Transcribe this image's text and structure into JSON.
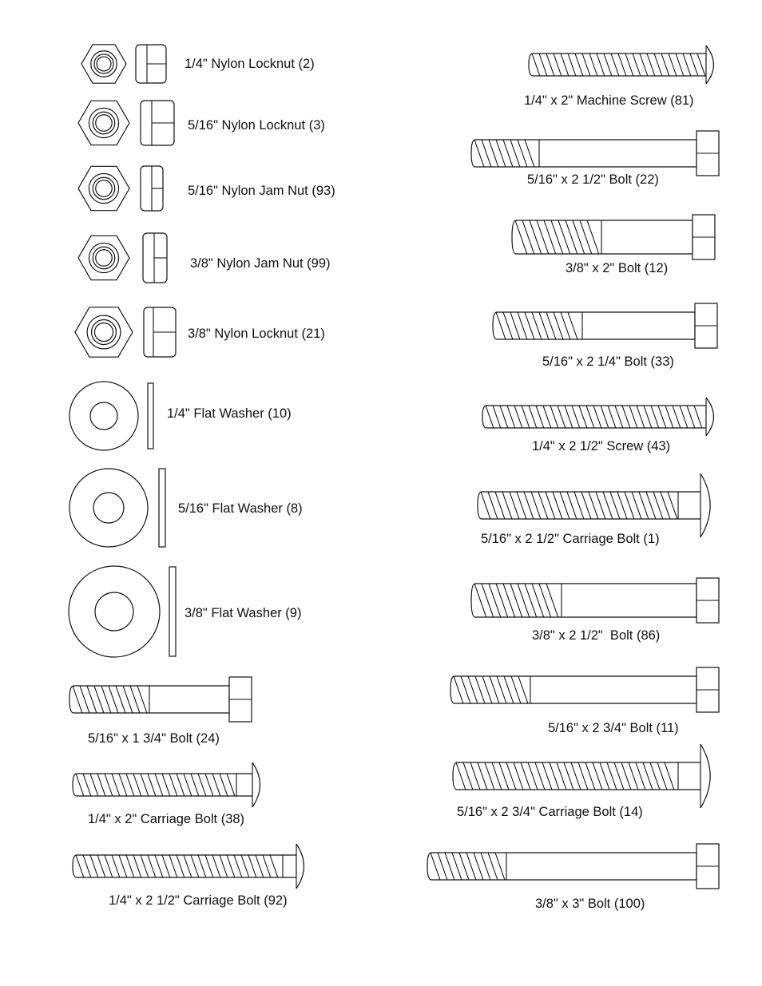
{
  "parts": {
    "nut_1_4_nylon_locknut": "1/4\" Nylon Locknut (2)",
    "nut_5_16_nylon_locknut": "5/16\" Nylon Locknut (3)",
    "nut_5_16_nylon_jam_nut": "5/16\" Nylon Jam Nut (93)",
    "nut_3_8_nylon_jam_nut": "3/8\" Nylon Jam Nut (99)",
    "nut_3_8_nylon_locknut": "3/8\" Nylon Locknut (21)",
    "washer_1_4_flat": "1/4\" Flat Washer (10)",
    "washer_5_16_flat": "5/16\" Flat Washer (8)",
    "washer_3_8_flat": "3/8\" Flat Washer (9)",
    "bolt_5_16_x_1_3_4": "5/16\" x 1 3/4\" Bolt (24)",
    "carriage_1_4_x_2": "1/4\" x 2\" Carriage Bolt (38)",
    "carriage_1_4_x_2_1_2": "1/4\" x 2 1/2\" Carriage Bolt (92)",
    "machine_screw_1_4_x_2": "1/4\" x 2\" Machine Screw (81)",
    "bolt_5_16_x_2_1_2": "5/16\" x 2 1/2\" Bolt (22)",
    "bolt_3_8_x_2": "3/8\" x 2\" Bolt (12)",
    "bolt_5_16_x_2_1_4": "5/16\" x 2 1/4\" Bolt (33)",
    "screw_1_4_x_2_1_2": "1/4\" x 2 1/2\" Screw (43)",
    "carriage_5_16_x_2_1_2": "5/16\" x 2 1/2\" Carriage Bolt (1)",
    "bolt_3_8_x_2_1_2": "3/8\" x 2 1/2\"  Bolt (86)",
    "bolt_5_16_x_2_3_4": "5/16\" x 2 3/4\" Bolt (11)",
    "carriage_5_16_x_2_3_4": "5/16\" x 2 3/4\" Carriage Bolt (14)",
    "bolt_3_8_x_3": "3/8\" x 3\" Bolt (100)"
  }
}
